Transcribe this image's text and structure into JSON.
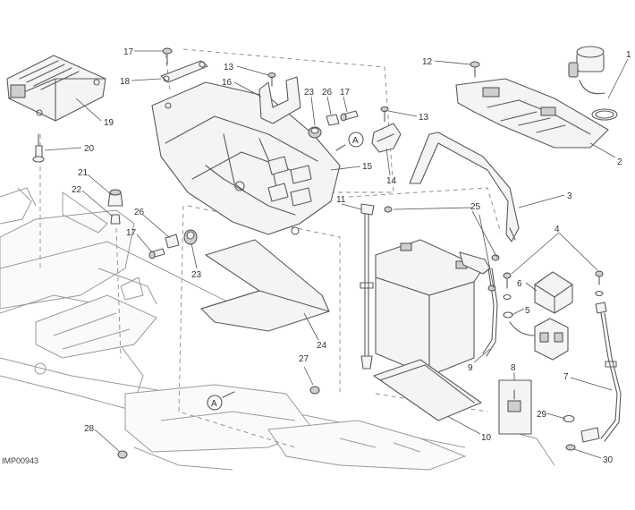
{
  "diagram": {
    "reference_code": "IMP00943",
    "callouts": [
      "17",
      "18",
      "19",
      "20",
      "21",
      "22",
      "26",
      "17",
      "23",
      "13",
      "16",
      "23",
      "26",
      "17",
      "13",
      "15",
      "14",
      "11",
      "12",
      "1",
      "2",
      "3",
      "25",
      "4",
      "5",
      "6",
      "8",
      "9",
      "10",
      "24",
      "27",
      "28",
      "29",
      "30",
      "7"
    ],
    "markers": [
      "A",
      "A"
    ]
  }
}
